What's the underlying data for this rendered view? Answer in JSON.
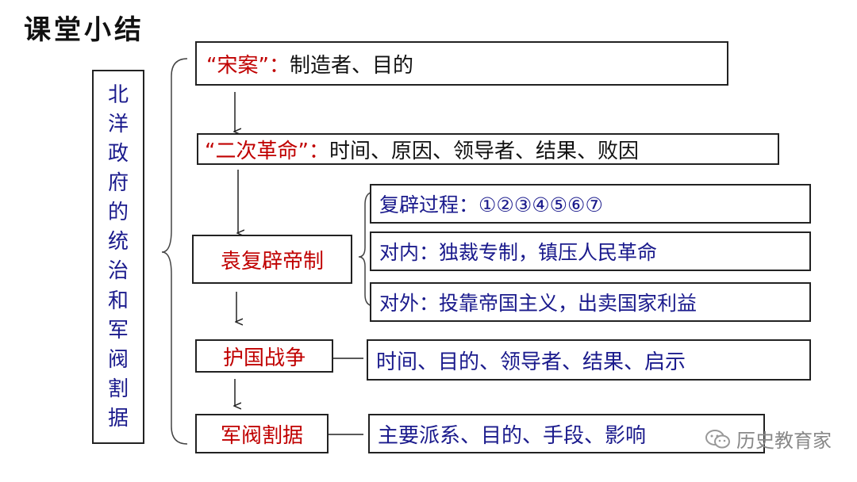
{
  "title": "课堂小结",
  "left_label": [
    "北",
    "洋",
    "政",
    "府",
    "的",
    "统",
    "治",
    "和",
    "军",
    "阀",
    "割",
    "据"
  ],
  "song_case": {
    "name": "“宋案”：",
    "details": "制造者、目的"
  },
  "second_revolution": {
    "name": "“二次革命”：",
    "details": "时间、原因、领导者、结果、败因"
  },
  "yuan": {
    "name": "袁复辟帝制",
    "branches": [
      "复辟过程：①②③④⑤⑥⑦",
      "对内：独裁专制，镇压人民革命",
      "对外：投靠帝国主义，出卖国家利益"
    ]
  },
  "national_protection": {
    "name": "护国战争",
    "details": "时间、目的、领导者、结果、启示"
  },
  "warlords": {
    "name": "军阀割据",
    "details": "主要派系、目的、手段、影响"
  },
  "watermark": "历史教育家",
  "colors": {
    "term": "#c00000",
    "detail": "#1a1a8c",
    "text": "#111111",
    "border": "#222222"
  }
}
